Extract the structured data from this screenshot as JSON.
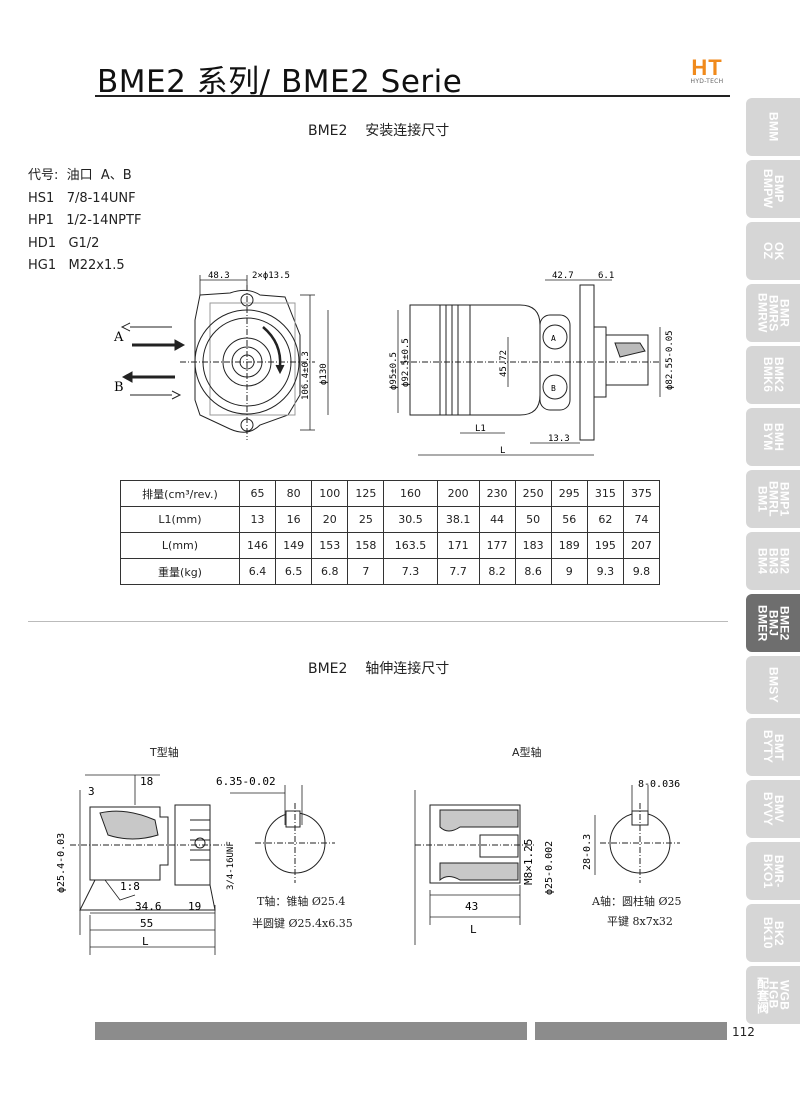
{
  "header": {
    "title": "BME2 系列/ BME2 Serie",
    "logo_text": "HT",
    "logo_subtext": "HYD-TECH"
  },
  "section1": {
    "title": "BME2    安装连接尺寸",
    "codes": [
      "代号:  油口  A、B",
      "HS1   7/8-14UNF",
      "HP1   1/2-14NPTF",
      "HD1   G1/2",
      "HG1   M22x1.5"
    ]
  },
  "drawing1": {
    "port_a": "A",
    "port_b": "B",
    "dim_48_3": "48.3",
    "dim_2x13_5": "2×ϕ13.5",
    "dim_106_4": "106.4±0.3",
    "dim_130": "ϕ130",
    "dim_95": "ϕ95±0.5",
    "dim_92_5": "ϕ92.5±0.5",
    "dim_45_72": "45.72",
    "dim_42_7": "42.7",
    "dim_6_1": "6.1",
    "dim_82_55": "ϕ82.55-0.05",
    "dim_L1": "L1",
    "dim_13_3": "13.3",
    "dim_L": "L",
    "port_a_small": "A",
    "port_b_small": "B"
  },
  "spec_table": {
    "rows": [
      {
        "label": "排量(cm³/rev.)",
        "values": [
          "65",
          "80",
          "100",
          "125",
          "160",
          "200",
          "230",
          "250",
          "295",
          "315",
          "375"
        ]
      },
      {
        "label": "L1(mm)",
        "values": [
          "13",
          "16",
          "20",
          "25",
          "30.5",
          "38.1",
          "44",
          "50",
          "56",
          "62",
          "74"
        ]
      },
      {
        "label": "L(mm)",
        "values": [
          "146",
          "149",
          "153",
          "158",
          "163.5",
          "171",
          "177",
          "183",
          "189",
          "195",
          "207"
        ]
      },
      {
        "label": "重量(kg)",
        "values": [
          "6.4",
          "6.5",
          "6.8",
          "7",
          "7.3",
          "7.7",
          "8.2",
          "8.6",
          "9",
          "9.3",
          "9.8"
        ]
      }
    ]
  },
  "section2": {
    "title": "BME2    轴伸连接尺寸"
  },
  "t_shaft": {
    "label": "T型轴",
    "dim_3": "3",
    "dim_18": "18",
    "dim_25_4": "ϕ25.4-0.03",
    "dim_6_35": "6.35-0.02",
    "dim_thread": "3/4-16UNF",
    "dim_taper": "1:8",
    "dim_34_6": "34.6",
    "dim_19": "19",
    "dim_55": "55",
    "dim_L": "L",
    "caption1": "T轴：锥轴 Ø25.4",
    "caption2": "半圆键 Ø25.4x6.35"
  },
  "a_shaft": {
    "label": "A型轴",
    "dim_8": "8-0.036",
    "dim_25": "ϕ25-0.002",
    "dim_28": "28-0.3",
    "dim_m8": "M8×1.25",
    "dim_43": "43",
    "dim_L": "L",
    "caption1": "A轴：圆柱轴 Ø25",
    "caption2": "平键 8x7x32"
  },
  "side_tabs": [
    {
      "label": "BMM",
      "active": false
    },
    {
      "label": "BMP\nBMPW",
      "active": false
    },
    {
      "label": "OK\nOZ",
      "active": false
    },
    {
      "label": "BMR\nBMRS\nBMRW",
      "active": false
    },
    {
      "label": "BMK2\nBMK6",
      "active": false
    },
    {
      "label": "BMH\nBYM",
      "active": false
    },
    {
      "label": "BMP1\nBMRL\nBM1",
      "active": false
    },
    {
      "label": "BM2\nBM3\nBM4",
      "active": false
    },
    {
      "label": "BME2\nBMJ\nBMER",
      "active": true
    },
    {
      "label": "BMSY",
      "active": false
    },
    {
      "label": "BMT\nBYTY",
      "active": false
    },
    {
      "label": "BMV\nBYVY",
      "active": false
    },
    {
      "label": "BMR-\nBKO1",
      "active": false
    },
    {
      "label": "BK2\nBK10",
      "active": false
    },
    {
      "label": "WGB\nHGB\n配套阀",
      "active": false
    }
  ],
  "footer": {
    "page_number": "112"
  },
  "colors": {
    "logo_orange": "#f08a1c",
    "tab_gray": "#d6d6d6",
    "tab_active": "#6e6e6e",
    "footer_bar": "#8c8c8c"
  }
}
